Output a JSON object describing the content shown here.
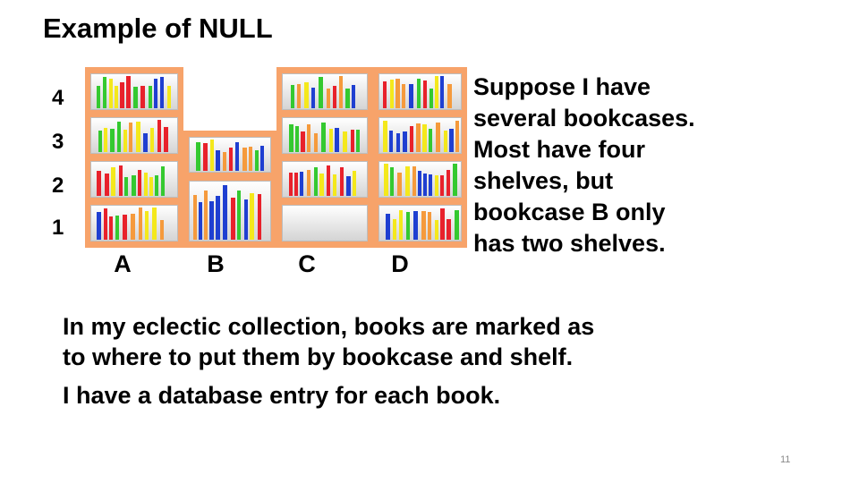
{
  "slide": {
    "title": "Example of NULL",
    "shelf_numbers": [
      "4",
      "3",
      "2",
      "1"
    ],
    "bookcase_letters": [
      "A",
      "B",
      "C",
      "D"
    ],
    "side_text_lines": [
      "Suppose I have",
      "several bookcases.",
      "Most have four",
      "shelves, but",
      "bookcase B only",
      "has two shelves."
    ],
    "body_lines": [
      "In my eclectic collection, books are marked as",
      "to where to put them by bookcase and shelf."
    ],
    "body_last_line": "I have a database entry for each book.",
    "page_number": "11"
  },
  "colors": {
    "bookcase_frame": "#f7a36a",
    "book_palette": [
      "#e8212b",
      "#1f3fd1",
      "#34c930",
      "#f4e81c",
      "#f59a3c"
    ]
  }
}
